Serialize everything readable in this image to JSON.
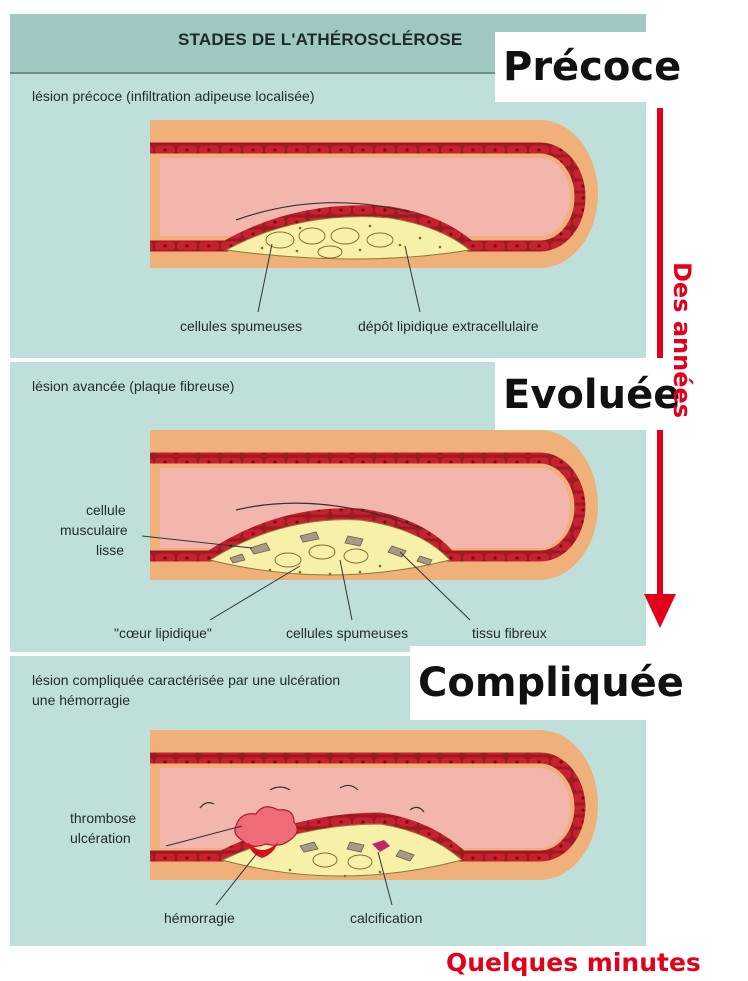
{
  "header": {
    "title": "STADES DE L'ATHÉROSCLÉROSE"
  },
  "stages": [
    {
      "label": "Précoce"
    },
    {
      "label": "Evoluée"
    },
    {
      "label": "Compliquée"
    }
  ],
  "timeline": {
    "long_label": "Des années",
    "short_label": "Quelques minutes"
  },
  "panels": {
    "early": {
      "caption": "lésion précoce (infiltration adipeuse localisée)",
      "labels": [
        "cellules spumeuses",
        "dépôt lipidique extracellulaire"
      ]
    },
    "advanced": {
      "caption": "lésion avancée (plaque fibreuse)",
      "labels": [
        "cellule",
        "musculaire",
        "lisse",
        "\"cœur lipidique\"",
        "cellules spumeuses",
        "tissu fibreux"
      ]
    },
    "complicated": {
      "caption_line1": "lésion compliquée caractérisée par une ulcération",
      "caption_line2": "une hémorragie",
      "labels": [
        "thrombose",
        "ulcération",
        "hémorragie",
        "calcification"
      ]
    }
  },
  "colors": {
    "accent_red": "#e3001b",
    "vessel_wall": "#f0b07a",
    "lumen": "#f3b6ad",
    "lipid": "#f6f0a8",
    "endothelium": "#b8182b",
    "panel_bg": "#bfe0da"
  }
}
